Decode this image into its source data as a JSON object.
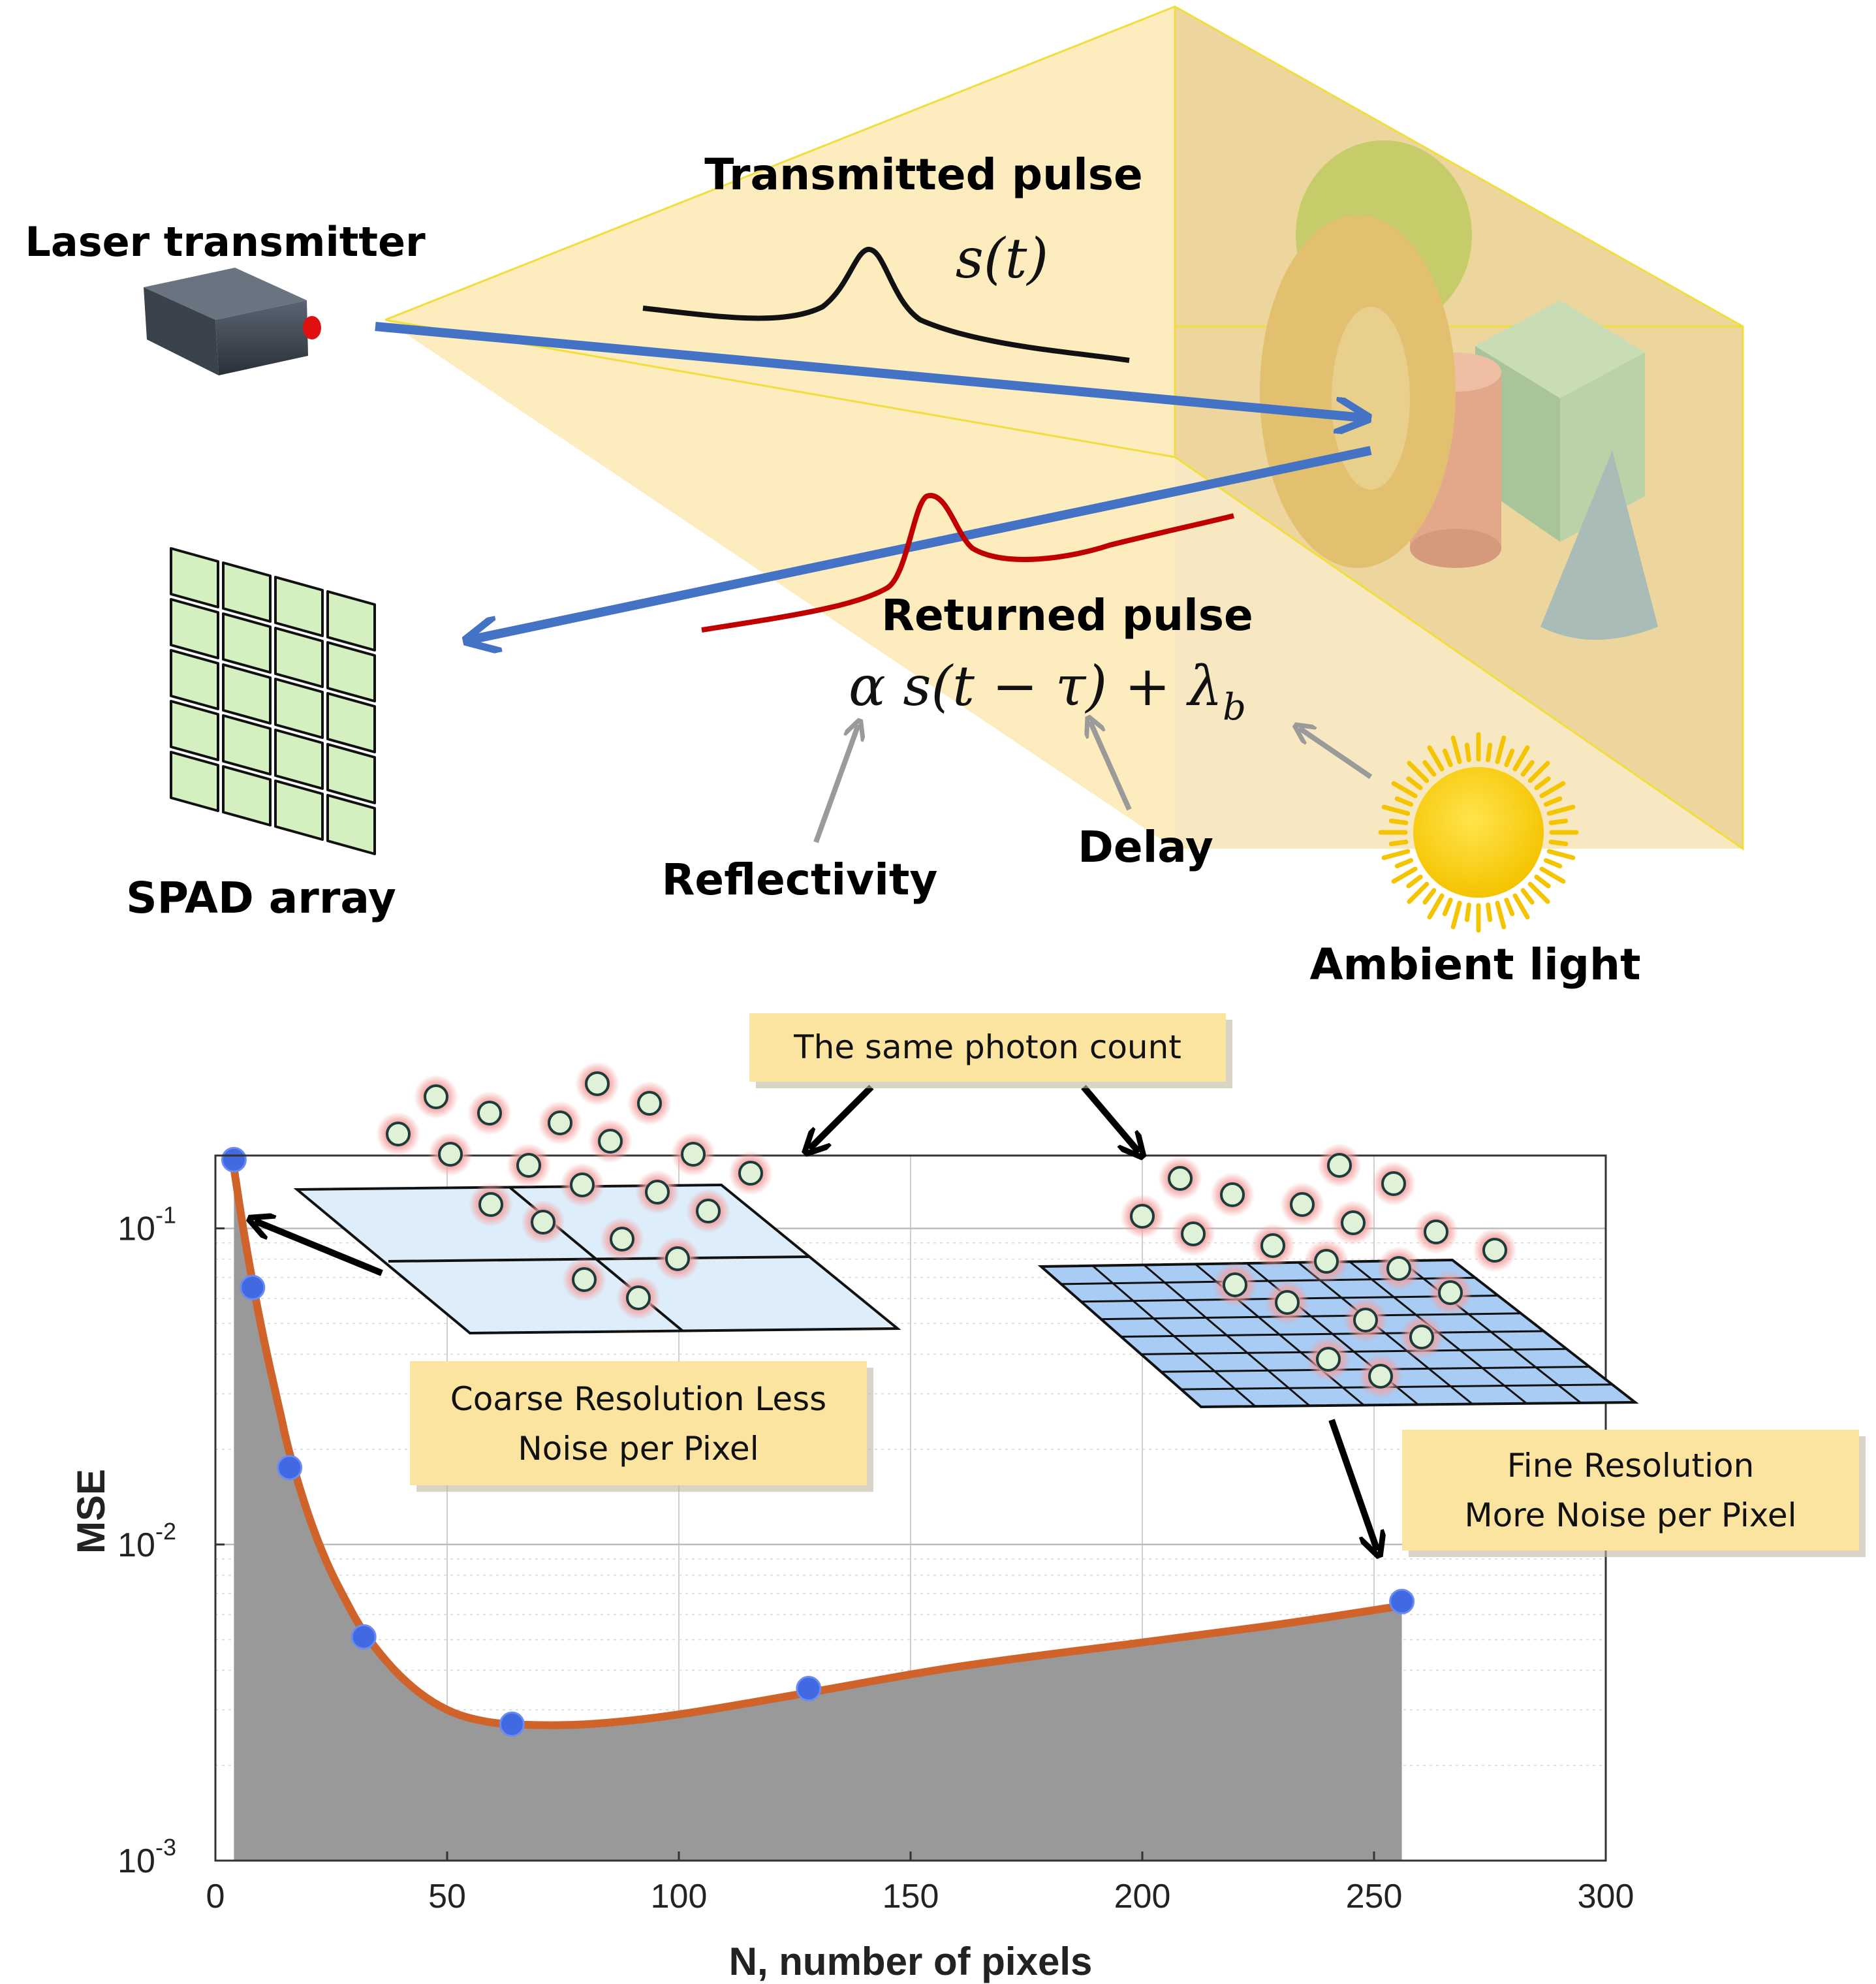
{
  "labels": {
    "laser_transmitter": "Laser transmitter",
    "transmitted_pulse": "Transmitted pulse",
    "transmitted_formula": "s(t)",
    "spad_array": "SPAD array",
    "returned_pulse": "Returned pulse",
    "returned_formula": "α s(t − τ) + λ",
    "returned_formula_sub": "b",
    "reflectivity": "Reflectivity",
    "delay": "Delay",
    "ambient_light": "Ambient light"
  },
  "callouts": {
    "same_photon_count": "The same photon count",
    "coarse_line1": "Coarse Resolution Less",
    "coarse_line2": "Noise per Pixel",
    "fine_line1": "Fine Resolution",
    "fine_line2": "More Noise per Pixel"
  },
  "colors": {
    "beam": "#4472c4",
    "transmitted_pulse": "#111111",
    "returned_pulse": "#c00000",
    "cone_fill": "#fbe3a0",
    "curve": "#d0632a",
    "marker": "#4169e1",
    "area": "#999999",
    "callout_fill": "#fbe3a0",
    "photon_glow": "#f4a0a0",
    "photon_fill": "#dff2d8"
  },
  "chart_data": {
    "type": "line",
    "xlabel": "N, number of pixels",
    "ylabel": "MSE",
    "xlim": [
      0,
      300
    ],
    "ylim": [
      0.001,
      0.17
    ],
    "yscale": "log",
    "grid": true,
    "x_ticks": [
      0,
      50,
      100,
      150,
      200,
      250,
      300
    ],
    "y_ticks": [
      {
        "value": 0.001,
        "base": "10",
        "exp": "-3"
      },
      {
        "value": 0.01,
        "base": "10",
        "exp": "-2"
      },
      {
        "value": 0.1,
        "base": "10",
        "exp": "-1"
      }
    ],
    "points": [
      {
        "x": 4,
        "y": 0.165
      },
      {
        "x": 8,
        "y": 0.065
      },
      {
        "x": 16,
        "y": 0.0175
      },
      {
        "x": 32,
        "y": 0.0051
      },
      {
        "x": 64,
        "y": 0.0027
      },
      {
        "x": 128,
        "y": 0.0035
      },
      {
        "x": 256,
        "y": 0.0066
      }
    ],
    "fit": [
      [
        4,
        0.155
      ],
      [
        6,
        0.1
      ],
      [
        8,
        0.068
      ],
      [
        10,
        0.048
      ],
      [
        12,
        0.035
      ],
      [
        14,
        0.026
      ],
      [
        16,
        0.0195
      ],
      [
        20,
        0.0125
      ],
      [
        24,
        0.0088
      ],
      [
        28,
        0.0067
      ],
      [
        32,
        0.0053
      ],
      [
        38,
        0.0041
      ],
      [
        44,
        0.0034
      ],
      [
        50,
        0.003
      ],
      [
        56,
        0.0028
      ],
      [
        64,
        0.0027
      ],
      [
        80,
        0.0027
      ],
      [
        100,
        0.0029
      ],
      [
        128,
        0.0034
      ],
      [
        160,
        0.0041
      ],
      [
        200,
        0.0049
      ],
      [
        230,
        0.0056
      ],
      [
        256,
        0.0064
      ]
    ]
  }
}
